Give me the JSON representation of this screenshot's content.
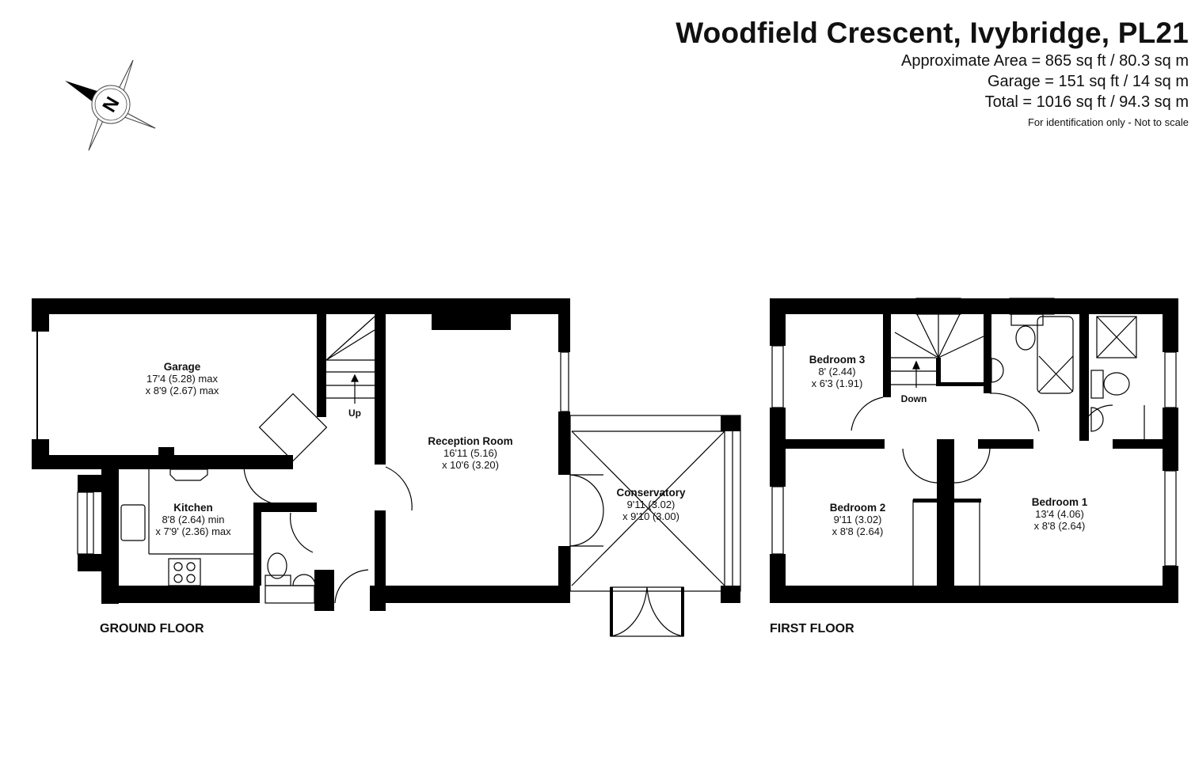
{
  "header": {
    "title": "Woodfield Crescent, Ivybridge, PL21",
    "approximate_area": "Approximate Area = 865 sq ft / 80.3 sq m",
    "garage_area": "Garage = 151 sq ft / 14 sq m",
    "total_area": "Total = 1016 sq ft / 94.3 sq m",
    "disclaimer": "For identification only - Not to scale"
  },
  "compass": {
    "icon": "compass-north-icon",
    "letter": "N"
  },
  "ground_floor": {
    "label": "GROUND FLOOR",
    "stairs_label": "Up",
    "rooms": [
      {
        "name": "Garage",
        "dim1": "17'4 (5.28) max",
        "dim2": "x 8'9 (2.67) max"
      },
      {
        "name": "Kitchen",
        "dim1": "8'8 (2.64) min",
        "dim2": "x 7'9' (2.36) max"
      },
      {
        "name": "Reception Room",
        "dim1": "16'11 (5.16)",
        "dim2": "x 10'6 (3.20)"
      },
      {
        "name": "Conservatory",
        "dim1": "9'11 (3.02)",
        "dim2": "x 9'10 (3.00)"
      }
    ]
  },
  "first_floor": {
    "label": "FIRST FLOOR",
    "stairs_label": "Down",
    "rooms": [
      {
        "name": "Bedroom 3",
        "dim1": "8' (2.44)",
        "dim2": "x 6'3 (1.91)"
      },
      {
        "name": "Bedroom 2",
        "dim1": "9'11 (3.02)",
        "dim2": "x 8'8 (2.64)"
      },
      {
        "name": "Bedroom 1",
        "dim1": "13'4 (4.06)",
        "dim2": "x 8'8 (2.64)"
      }
    ]
  },
  "colors": {
    "wall": "#000000",
    "background": "#ffffff",
    "line": "#333333"
  }
}
